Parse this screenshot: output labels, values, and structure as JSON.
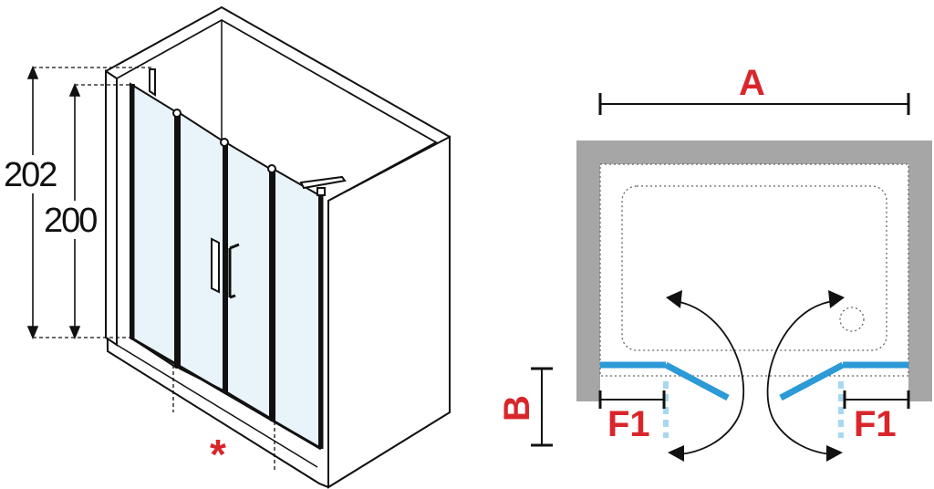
{
  "left_figure": {
    "dim_outer": "202",
    "dim_inner": "200",
    "asterisk": "*"
  },
  "right_figure": {
    "width_label": "A",
    "depth_label": "B",
    "opening_label_left": "F1",
    "opening_label_right": "F1"
  },
  "colors": {
    "label_red": "#d9262b",
    "glass_blue": "#2b9ad6",
    "wall_gray": "#a6a6a6",
    "dashed_blue": "#a8d8f0",
    "line_black": "#111111"
  }
}
